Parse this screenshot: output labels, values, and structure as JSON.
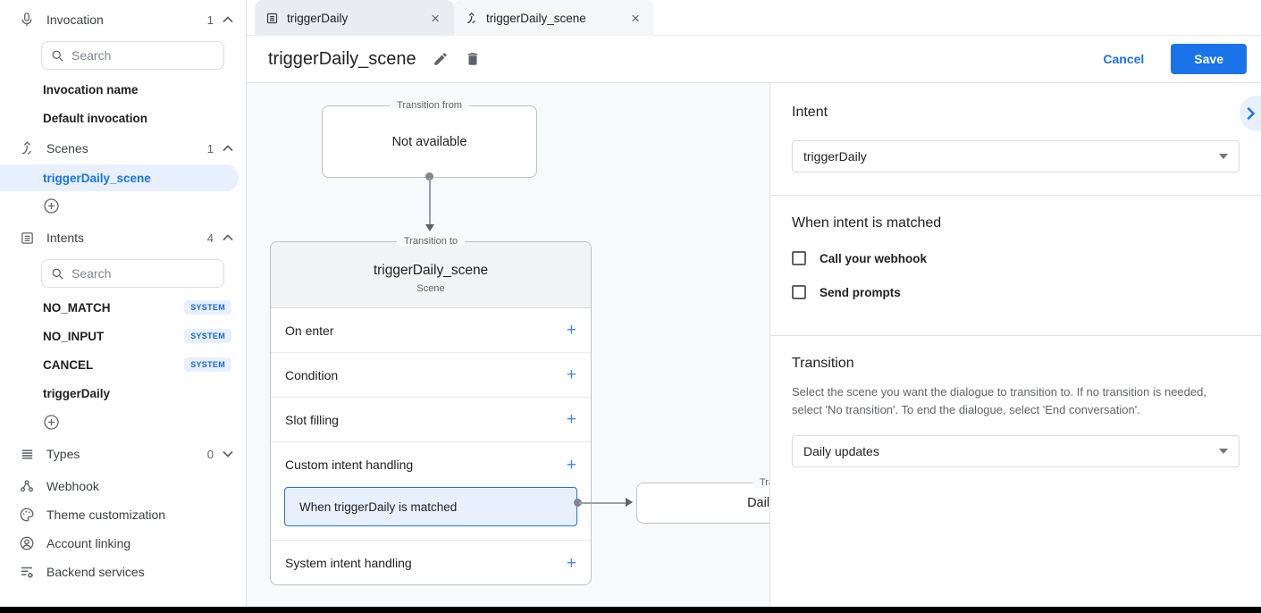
{
  "icons": {
    "plus": "+",
    "close": "×"
  },
  "colors": {
    "accent": "#1a73e8",
    "selected_bg": "#e8f0fe",
    "badge_bg": "#e8f0fe",
    "badge_text": "#1967d2",
    "canvas_bg": "#f8f9fa"
  },
  "sidebar": {
    "invocation": {
      "label": "Invocation",
      "count": "1",
      "search_placeholder": "Search",
      "items": [
        "Invocation name",
        "Default invocation"
      ]
    },
    "scenes": {
      "label": "Scenes",
      "count": "1",
      "selected_item": "triggerDaily_scene"
    },
    "intents": {
      "label": "Intents",
      "count": "4",
      "search_placeholder": "Search",
      "items": [
        {
          "name": "NO_MATCH",
          "badge": "SYSTEM"
        },
        {
          "name": "NO_INPUT",
          "badge": "SYSTEM"
        },
        {
          "name": "CANCEL",
          "badge": "SYSTEM"
        },
        {
          "name": "triggerDaily"
        }
      ]
    },
    "types": {
      "label": "Types",
      "count": "0"
    },
    "webhook_label": "Webhook",
    "theme_label": "Theme customization",
    "account_label": "Account linking",
    "backend_label": "Backend services"
  },
  "tabs": [
    {
      "label": "triggerDaily"
    },
    {
      "label": "triggerDaily_scene"
    }
  ],
  "header": {
    "title": "triggerDaily_scene",
    "cancel_label": "Cancel",
    "save_label": "Save"
  },
  "canvas": {
    "transition_from": {
      "legend": "Transition from",
      "text": "Not available"
    },
    "scene_card": {
      "legend": "Transition to",
      "title": "triggerDaily_scene",
      "subtitle": "Scene",
      "sections": [
        "On enter",
        "Condition",
        "Slot filling",
        "Custom intent handling",
        "System intent handling"
      ],
      "matched_item": "When triggerDaily is matched"
    },
    "next_card": {
      "legend": "Transition to",
      "text": "Daily updates"
    }
  },
  "panel": {
    "intent": {
      "heading": "Intent",
      "value": "triggerDaily"
    },
    "matched": {
      "heading": "When intent is matched",
      "checkboxes": [
        "Call your webhook",
        "Send prompts"
      ]
    },
    "transition": {
      "heading": "Transition",
      "description": "Select the scene you want the dialogue to transition to. If no transition is needed, select 'No transition'. To end the dialogue, select 'End conversation'.",
      "value": "Daily updates"
    }
  }
}
